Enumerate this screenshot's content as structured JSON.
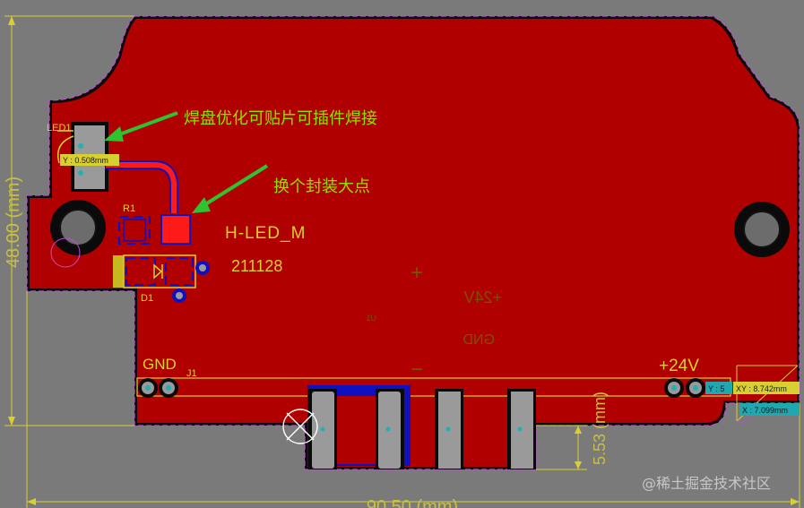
{
  "annotations": {
    "pad_note": "焊盘优化可贴片可插件焊接",
    "package_note": "换个封装大点"
  },
  "designators": {
    "led": "LED1",
    "resistor": "R1",
    "diode": "D1",
    "connector": "J1"
  },
  "silkscreen": {
    "board_name": "H-LED_M",
    "date_code": "211128",
    "gnd": "GND",
    "v24": "+24V",
    "plus": "+",
    "minus": "−",
    "mirrored_v24": "+24V",
    "mirrored_gnd": "GND",
    "mirrored_u1": "U1"
  },
  "dimensions": {
    "height": "48.00 (mm)",
    "width": "90.50 (mm)",
    "tab": "5.53 (mm)"
  },
  "measure_tags": {
    "y_left": "Y : 0.508mm",
    "y_right": "Y : 5",
    "xy_right": "XY : 8.742mm",
    "x_right": "X : 7.099mm"
  },
  "watermark": "@稀土掘金技术社区",
  "colors": {
    "background": "#7a7a7a",
    "board": "#b00000",
    "top_copper": "#ff1a1a",
    "bottom_copper": "#1010c0",
    "silkscreen": "#d8d030",
    "keepout_outline": "#c04fd0",
    "pad": "#9a9a9a",
    "annotation_arrow": "#2fc42f",
    "annotation_text": "#8ee000"
  }
}
